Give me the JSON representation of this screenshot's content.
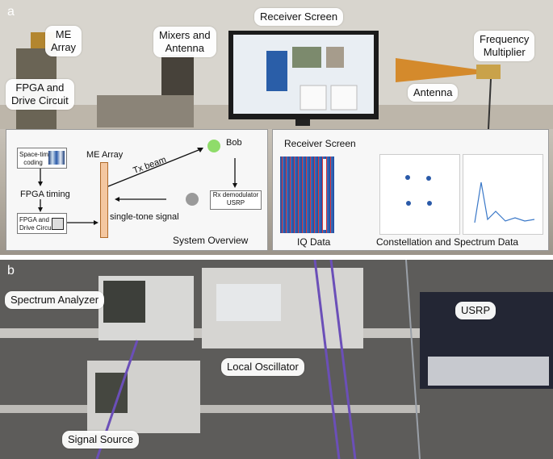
{
  "panel_a": {
    "letter": "a",
    "labels": {
      "me_array": "ME\nArray",
      "fpga": "FPGA and\nDrive Circuit",
      "mixers": "Mixers and\nAntenna",
      "receiver_screen": "Receiver Screen",
      "freq_mult": "Frequency\nMultiplier",
      "antenna": "Antenna"
    },
    "overview": {
      "space_time": "Space-time\ncoding",
      "fpga_timing": "FPGA timing",
      "fpga_drive": "FPGA and\nDrive Circuit",
      "me_array": "ME Array",
      "tx_beam": "Tx beam",
      "bob": "Bob",
      "rx": "Rx demodulator\nUSRP",
      "single_tone": "single-tone signal",
      "title": "System Overview"
    },
    "screen_inset": {
      "title": "Receiver Screen",
      "iq": "IQ Data",
      "const": "Constellation and Spectrum Data"
    }
  },
  "panel_b": {
    "letter": "b",
    "labels": {
      "spectrum_analyzer": "Spectrum Analyzer",
      "usrp": "USRP",
      "local_osc": "Local Oscillator",
      "signal_source": "Signal Source"
    }
  }
}
